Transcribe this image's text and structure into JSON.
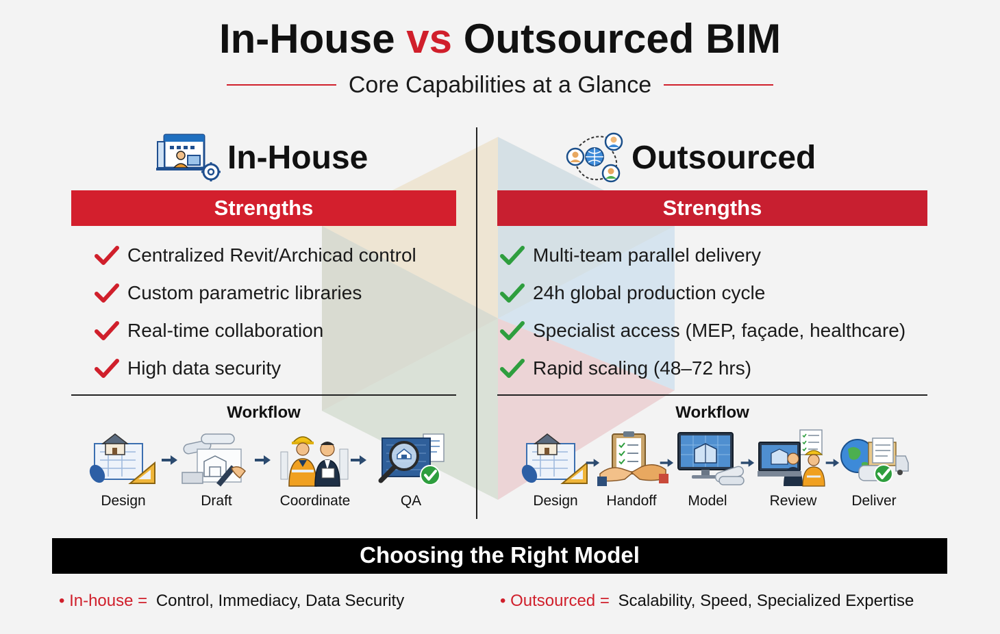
{
  "title": {
    "part1": "In-House",
    "vs": "vs",
    "part2": "Outsourced BIM"
  },
  "subtitle": "Core Capabilities at a Glance",
  "colors": {
    "accent_red": "#d31f2d",
    "check_red": "#d01f2b",
    "check_green": "#2e9e3e",
    "dark": "#111111"
  },
  "left": {
    "heading": "In-House",
    "heading_icon": "office-worker-gear-icon",
    "strengths_label": "Strengths",
    "strengths": [
      "Centralized Revit/Archicad control",
      "Custom parametric libraries",
      "Real-time collaboration",
      "High data security"
    ],
    "workflow_title": "Workflow",
    "workflow": [
      {
        "label": "Design",
        "icon": "house-blueprint-icon"
      },
      {
        "label": "Draft",
        "icon": "drafting-pen-icon"
      },
      {
        "label": "Coordinate",
        "icon": "engineer-team-icon"
      },
      {
        "label": "QA",
        "icon": "magnifier-check-icon"
      }
    ]
  },
  "right": {
    "heading": "Outsourced",
    "heading_icon": "global-team-network-icon",
    "strengths_label": "Strengths",
    "strengths": [
      "Multi-team parallel delivery",
      "24h global production cycle",
      "Specialist access (MEP, façade, healthcare)",
      "Rapid scaling (48–72 hrs)"
    ],
    "workflow_title": "Workflow",
    "workflow": [
      {
        "label": "Design",
        "icon": "house-blueprint-icon"
      },
      {
        "label": "Handoff",
        "icon": "clipboard-handoff-icon"
      },
      {
        "label": "Model",
        "icon": "computer-model-icon"
      },
      {
        "label": "Review",
        "icon": "screen-review-icon"
      },
      {
        "label": "Deliver",
        "icon": "globe-delivery-icon"
      }
    ]
  },
  "choosing": {
    "title": "Choosing the Right Model",
    "inhouse": {
      "bullet": "•",
      "key": "In-house =",
      "value": "Control, Immediacy, Data Security"
    },
    "outsourced": {
      "bullet": "•",
      "key": "Outsourced =",
      "value": "Scalability, Speed, Specialized Expertise"
    }
  }
}
